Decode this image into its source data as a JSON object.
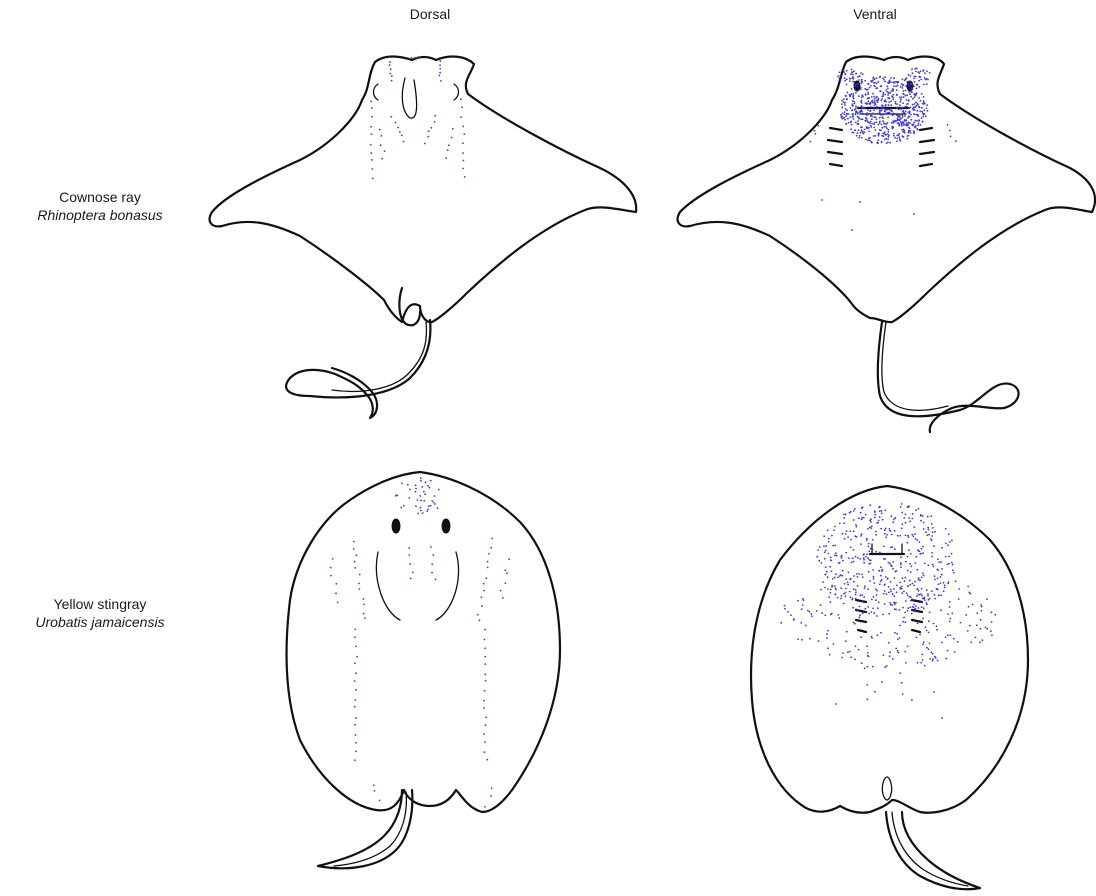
{
  "columns": {
    "dorsal": "Dorsal",
    "ventral": "Ventral"
  },
  "species": [
    {
      "common_name": "Cownose ray",
      "scientific_name": "Rhinoptera bonasus"
    },
    {
      "common_name": "Yellow stingray",
      "scientific_name": "Urobatis jamaicensis"
    }
  ],
  "colors": {
    "outline": "#111111",
    "pore_dots": "#3b3bd6"
  }
}
